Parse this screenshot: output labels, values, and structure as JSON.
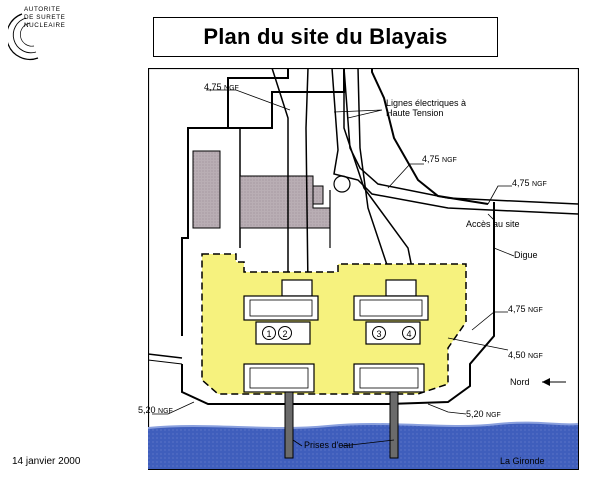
{
  "logo": {
    "lines": [
      "AUTORITE",
      "DE SURETE",
      "NUCLEAIRE"
    ]
  },
  "title": "Plan du site du Blayais",
  "date": "14 janvier 2000",
  "labels": {
    "ngf_top_left": "4,75",
    "ngf_mid": "4,75",
    "ngf_right": "4,75",
    "ngf_digue": "4,75",
    "ngf_450": "4,50",
    "ngf_520_left": "5,20",
    "ngf_520_right": "5,20",
    "ngf_unit": "NGF",
    "lignes_line1": "Lignes électriques à",
    "lignes_line2": "Haute Tension",
    "acces": "Accès au site",
    "digue": "Digue",
    "nord": "Nord",
    "prises": "Prises d'eau",
    "gironde": "La Gironde"
  },
  "reactors": [
    "1",
    "2",
    "3",
    "4"
  ],
  "colors": {
    "zone_yellow": "#f6f27e",
    "building_gray": "#b9aeb4",
    "water_blue": "#3f5ebc",
    "water_light": "#7f97d8"
  }
}
